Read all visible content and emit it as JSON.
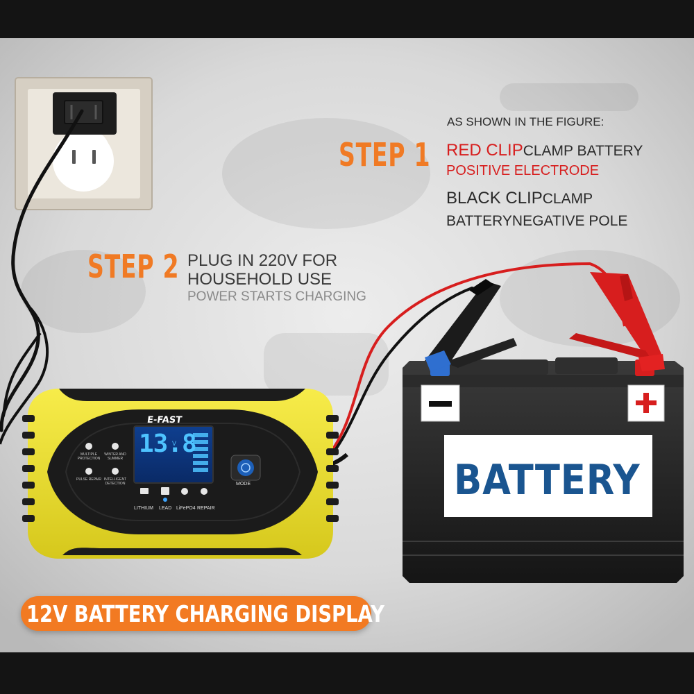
{
  "instructions": {
    "intro": "AS SHOWN IN THE FIGURE:",
    "step1": {
      "title": "STEP 1",
      "red_clip": "RED CLIP",
      "red_clip_tail": "CLAMP BATTERY",
      "red_line2": "POSITIVE ELECTRODE",
      "black_clip": "BLACK CLIP",
      "black_clip_tail": "CLAMP",
      "black_line2_a": "BATTERY",
      "black_line2_b": "NEGATIVE POLE"
    },
    "step2": {
      "title": "STEP 2",
      "line1": "PLUG IN 220V FOR",
      "line2": "HOUSEHOLD USE",
      "line3": "POWER STARTS CHARGING"
    }
  },
  "banner": {
    "label": "12V BATTERY CHARGING DISPLAY"
  },
  "battery": {
    "label": "BATTERY",
    "negative_symbol": "−",
    "positive_symbol": "+"
  },
  "charger": {
    "brand": "E-FAST",
    "display_value": "13.8",
    "display_unit": "V",
    "function_labels": [
      "MULTIPLE PROTECTION",
      "WINTER AND SUMMER",
      "PULSE REPAIR",
      "INTELLIGENT DETECTION"
    ],
    "mode_labels": [
      "LITHIUM",
      "LEAD",
      "LiFePO4",
      "REPAIR"
    ],
    "mode_button": "MODE"
  },
  "colors": {
    "accent_orange": "#f07a24",
    "clip_red": "#d71e1e",
    "charger_yellow": "#f2e52b",
    "battery_blue": "#1a5590",
    "lcd_blue": "#4ec3ff"
  }
}
